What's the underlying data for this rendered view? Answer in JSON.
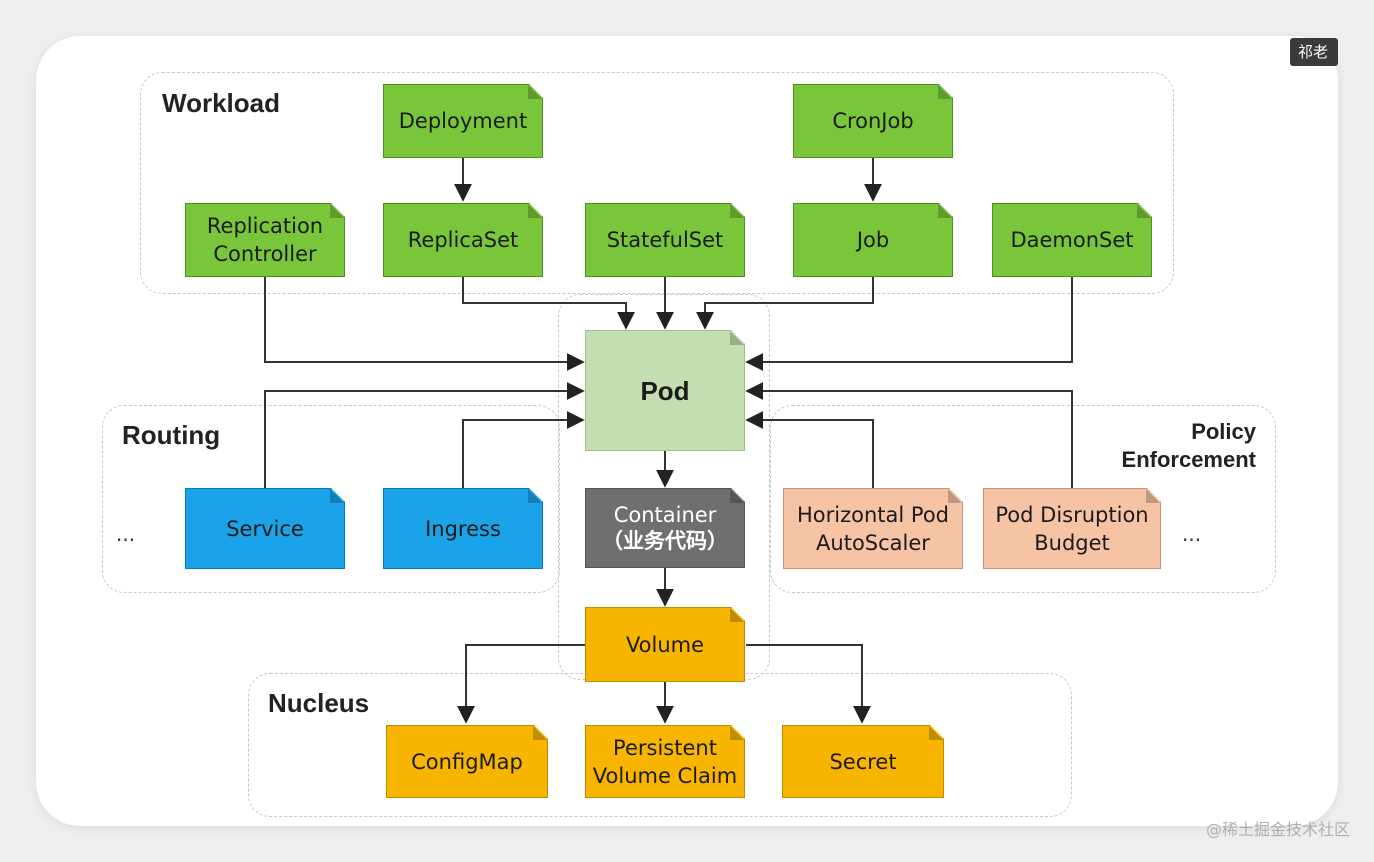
{
  "groups": {
    "workload": "Workload",
    "routing": "Routing",
    "policy_line1": "Policy",
    "policy_line2": "Enforcement",
    "nucleus": "Nucleus"
  },
  "nodes": {
    "deployment": "Deployment",
    "cronjob": "CronJob",
    "replication_line1": "Replication",
    "replication_line2": "Controller",
    "replicaset": "ReplicaSet",
    "statefulset": "StatefulSet",
    "job": "Job",
    "daemonset": "DaemonSet",
    "pod": "Pod",
    "service": "Service",
    "ingress": "Ingress",
    "container_line1": "Container",
    "container_line2": "（业务代码）",
    "hpa_line1": "Horizontal Pod",
    "hpa_line2": "AutoScaler",
    "pdb_line1": "Pod Disruption",
    "pdb_line2": "Budget",
    "volume": "Volume",
    "configmap": "ConfigMap",
    "pvc_line1": "Persistent",
    "pvc_line2": "Volume Claim",
    "secret": "Secret"
  },
  "ellipsis_left": "...",
  "ellipsis_right": "...",
  "corner_tag": "祁老",
  "watermark": "@稀土掘金技术社区",
  "colors": {
    "workload": "#79c63b",
    "pod": "#c3deb0",
    "routing": "#1aa3e8",
    "container": "#6f6f6f",
    "policy": "#f7c3a5",
    "nucleus": "#f7b500"
  }
}
